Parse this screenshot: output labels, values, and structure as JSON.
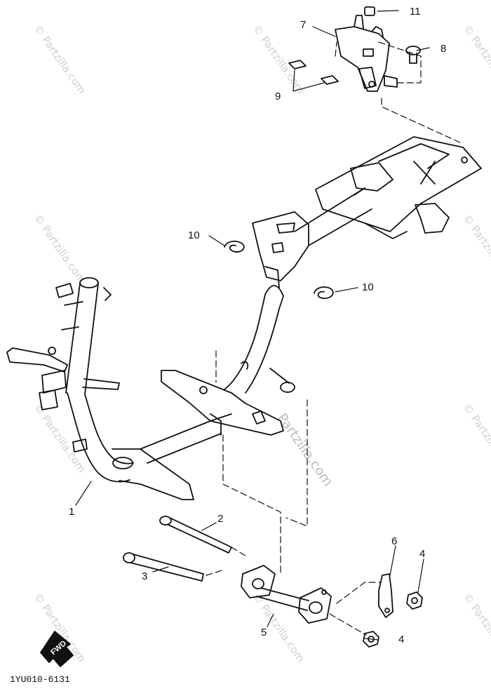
{
  "diagram": {
    "code": "1YU010-6131",
    "fwd_label": "FWD",
    "watermark": "© Partzilla.com",
    "watermark_main": "Partzilla.com",
    "callouts": {
      "c1": "1",
      "c2": "2",
      "c3": "3",
      "c4a": "4",
      "c4b": "4",
      "c5": "5",
      "c6": "6",
      "c7": "7",
      "c8": "8",
      "c9": "9",
      "c10a": "10",
      "c10b": "10",
      "c11": "11"
    }
  }
}
